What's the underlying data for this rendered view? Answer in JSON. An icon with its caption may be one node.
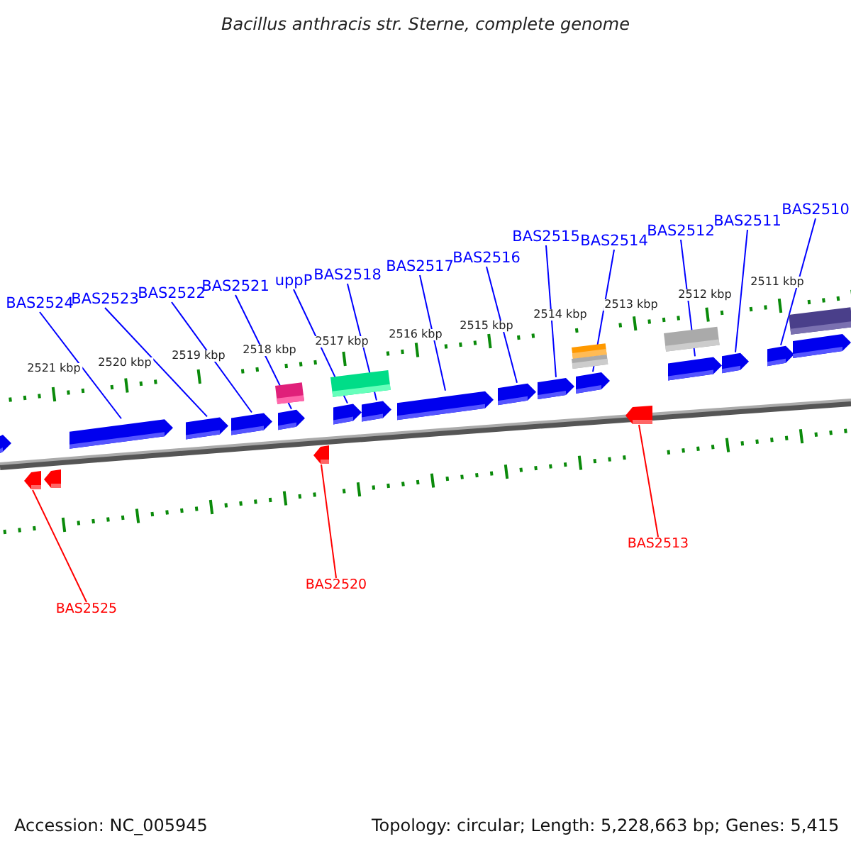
{
  "diagram": {
    "title": "Bacillus anthracis str. Sterne, complete genome",
    "nodes": [
      {
        "text": [
          "BAS2524"
        ]
      },
      {
        "text": [
          "BAS2523"
        ]
      },
      {
        "text": [
          "BAS2522"
        ]
      },
      {
        "text": [
          "BAS2521"
        ]
      },
      {
        "text": [
          "uppP"
        ]
      },
      {
        "text": [
          "BAS2518"
        ]
      },
      {
        "text": [
          "BAS2517"
        ]
      },
      {
        "text": [
          "BAS2516"
        ]
      },
      {
        "text": [
          "BAS2515"
        ]
      },
      {
        "text": [
          "BAS2514"
        ]
      },
      {
        "text": [
          "BAS2512"
        ]
      },
      {
        "text": [
          "BAS2511"
        ]
      },
      {
        "text": [
          "BAS2510"
        ]
      },
      {
        "text": [
          "BAS2525"
        ]
      },
      {
        "text": [
          "BAS2520"
        ]
      },
      {
        "text": [
          "BAS2513"
        ]
      },
      {
        "text": [],
        "shape": "arrow"
      },
      {
        "text": [],
        "shape": "arrow"
      },
      {
        "text": [],
        "shape": "arrow"
      },
      {
        "text": [],
        "shape": "arrow"
      },
      {
        "text": [],
        "shape": "arrow"
      },
      {
        "text": [],
        "shape": "arrow"
      },
      {
        "text": [],
        "shape": "arrow"
      },
      {
        "text": [],
        "shape": "arrow"
      },
      {
        "text": [],
        "shape": "arrow"
      },
      {
        "text": [],
        "shape": "arrow"
      },
      {
        "text": [],
        "shape": "arrow"
      },
      {
        "text": [],
        "shape": "arrow"
      },
      {
        "text": [],
        "shape": "arrow"
      },
      {
        "text": [],
        "shape": "arrow"
      },
      {
        "text": [],
        "shape": "arrow"
      },
      {
        "text": [],
        "shape": "box"
      },
      {
        "text": [],
        "shape": "box"
      },
      {
        "text": [],
        "shape": "box"
      },
      {
        "text": [],
        "shape": "box"
      },
      {
        "text": [],
        "shape": "box"
      },
      {
        "text": [],
        "shape": "box"
      },
      {
        "text": [],
        "shape": "arrow"
      },
      {
        "text": [],
        "shape": "arrow"
      },
      {
        "text": [],
        "shape": "arrow"
      },
      {
        "text": [],
        "shape": "arrow"
      }
    ],
    "edges": [
      {
        "from": 0,
        "to": 17,
        "arrow": "none"
      },
      {
        "from": 1,
        "to": 18,
        "arrow": "none"
      },
      {
        "from": 2,
        "to": 19,
        "arrow": "none"
      },
      {
        "from": 3,
        "to": 20,
        "arrow": "none"
      },
      {
        "from": 4,
        "to": 21,
        "arrow": "none"
      },
      {
        "from": 5,
        "to": 22,
        "arrow": "none"
      },
      {
        "from": 6,
        "to": 23,
        "arrow": "none"
      },
      {
        "from": 7,
        "to": 24,
        "arrow": "none"
      },
      {
        "from": 8,
        "to": 25,
        "arrow": "none"
      },
      {
        "from": 9,
        "to": 26,
        "arrow": "none"
      },
      {
        "from": 10,
        "to": 27,
        "arrow": "none"
      },
      {
        "from": 11,
        "to": 28,
        "arrow": "none"
      },
      {
        "from": 12,
        "to": 29,
        "arrow": "none"
      },
      {
        "from": 13,
        "to": 37,
        "arrow": "none",
        "color": "#ff0000"
      },
      {
        "from": 14,
        "to": 39,
        "arrow": "none",
        "color": "#ff0000"
      },
      {
        "from": 15,
        "to": 40,
        "arrow": "none",
        "color": "#ff0000"
      }
    ],
    "labels": [
      "2521 kbp",
      "2520 kbp",
      "2519 kbp",
      "2518 kbp",
      "2517 kbp",
      "2516 kbp",
      "2515 kbp",
      "2514 kbp",
      "2513 kbp",
      "2512 kbp",
      "2511 kbp",
      "Accession: NC_005945",
      "Topology: circular; Length: 5,228,663 bp; Genes: 5,415"
    ]
  }
}
